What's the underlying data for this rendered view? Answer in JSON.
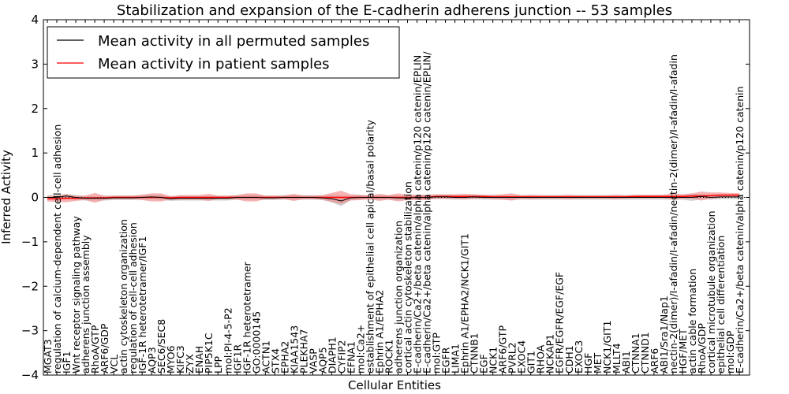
{
  "chart_data": {
    "type": "line",
    "title": "Stabilization and expansion of the E-cadherin adherens junction -- 53 samples",
    "xlabel": "Cellular Entities",
    "ylabel": "Inferred Activity",
    "ylim": [
      -4,
      4
    ],
    "yticks": [
      "-4",
      "-3",
      "-2",
      "-1",
      "0",
      "1",
      "2",
      "3",
      "4"
    ],
    "grid": false,
    "legend_placement": "top-left",
    "colors": {
      "permuted": "#000000",
      "patient": "#ff0000",
      "permuted_band": "#c0c0c0",
      "patient_band": "#f08080"
    },
    "categories": [
      "MGAT3",
      "regulation of calcium-dependent cell-cell adhesion",
      "IGF1",
      "Wnt receptor signaling pathway",
      "adherens junction assembly",
      "RhoA/GTP",
      "ARF6/GDP",
      "VCL",
      "actin cytoskeleton organization",
      "regulation of cell-cell adhesion",
      "IGF-1R heterotetramer/IGF1",
      "AQP3",
      "SEC6/SEC8",
      "MYO6",
      "KIFC3",
      "ZYX",
      "ENAH",
      "PIP5K1C",
      "LPP",
      "mol:PI-4-5-P2",
      "IGF1R",
      "IGF-1R heterotetramer",
      "GO:0000145",
      "ACTN1",
      "STX4",
      "EPHA2",
      "KIAA1543",
      "PLEKHA7",
      "VASP",
      "AQP5",
      "DIAPH1",
      "CYFIP2",
      "EFNA1",
      "mol:Ca2+",
      "establishment of epithelial cell apical/basal polarity",
      "Ephrin A1/EPHA2",
      "ROCK1",
      "adherens junction organization",
      "cortical actin cytoskeleton stabilization",
      "E-cadherin/Ca2+/beta catenin/alpha catenin/p120 catenin/EPLIN",
      "E-cadherin/Ca2+/beta catenin/alpha catenin/p120 catenin/EPLIN/",
      "mol:GTP",
      "EGFR",
      "LIMA1",
      "Ephrin A1/EPHA2/NCK1/GIT1",
      "CTNNB1",
      "EGF",
      "NCK1",
      "ARF6/GTP",
      "PVRL2",
      "EXOC4",
      "GIT1",
      "RHOA",
      "NCKAP1",
      "EGFR/EGFR/EGF/EGF",
      "CDH1",
      "EXOC3",
      "HGF",
      "MET",
      "NCK1/GIT1",
      "MLLT4",
      "ABI1",
      "CTNNA1",
      "CTNND1",
      "ARF6",
      "ABI1/Sra1/Nap1",
      "nectin-2(dimer)/I-afadin/I-afadin/nectin-2(dimer)/I-afadin/I-afadin",
      "HGF/MET",
      "actin cable formation",
      "RhoA/GDP",
      "cortical microtubule organization",
      "epithelial cell differentiation",
      "mol:GDP",
      "E-cadherin/Ca2+/beta catenin/alpha catenin/p120 catenin"
    ],
    "series": [
      {
        "name": "Mean activity in all permuted samples",
        "values": [
          0,
          0,
          0.03,
          0,
          -0.02,
          -0.02,
          -0.02,
          -0.01,
          -0.01,
          -0.01,
          0,
          0.01,
          0,
          -0.03,
          -0.02,
          -0.02,
          -0.02,
          -0.02,
          -0.02,
          -0.02,
          0,
          0,
          0,
          -0.01,
          -0.01,
          0,
          0,
          0,
          0,
          -0.01,
          -0.03,
          -0.08,
          -0.01,
          0,
          0,
          0,
          0,
          -0.01,
          -0.01,
          0,
          0,
          0.01,
          0.01,
          0,
          0,
          0.01,
          0,
          0,
          0,
          0,
          0,
          0,
          0,
          0,
          0,
          0,
          0,
          0,
          0,
          0,
          0,
          0,
          0,
          0,
          0,
          0,
          0,
          0,
          0,
          0.02,
          0,
          0.01,
          0.01,
          0.01
        ],
        "band": [
          0.05,
          0.05,
          0.05,
          0.05,
          0.05,
          0.05,
          0.05,
          0.05,
          0.05,
          0.05,
          0.05,
          0.05,
          0.05,
          0.05,
          0.05,
          0.05,
          0.05,
          0.05,
          0.05,
          0.05,
          0.05,
          0.05,
          0.05,
          0.05,
          0.05,
          0.05,
          0.05,
          0.05,
          0.05,
          0.05,
          0.08,
          0.12,
          0.05,
          0.05,
          0.05,
          0.05,
          0.05,
          0.05,
          0.05,
          0.05,
          0.05,
          0.05,
          0.05,
          0.05,
          0.05,
          0.05,
          0.05,
          0.05,
          0.05,
          0.05,
          0.05,
          0.05,
          0.05,
          0.05,
          0.05,
          0.05,
          0.05,
          0.05,
          0.05,
          0.05,
          0.05,
          0.05,
          0.05,
          0.05,
          0.05,
          0.05,
          0.05,
          0.05,
          0.08,
          0.06,
          0.05,
          0.05,
          0.05,
          0.05
        ]
      },
      {
        "name": "Mean activity in patient samples",
        "values": [
          -0.03,
          -0.03,
          -0.02,
          -0.02,
          -0.01,
          -0.01,
          -0.01,
          0,
          0,
          0,
          0,
          0,
          0,
          -0.01,
          0,
          0,
          0,
          0,
          0,
          0,
          0,
          0,
          0,
          0,
          0,
          0,
          0,
          0,
          0,
          0,
          0,
          0,
          0,
          0,
          0,
          0,
          0,
          0,
          0,
          0,
          0,
          0.02,
          0.02,
          0.02,
          0.02,
          0.02,
          0.02,
          0.01,
          0.01,
          0.01,
          0.01,
          0.01,
          0.01,
          0.01,
          0.01,
          0.01,
          0.01,
          0.01,
          0.01,
          0.01,
          0.01,
          0.01,
          0.02,
          0.02,
          0.02,
          0.02,
          0.02,
          0.02,
          0.03,
          0.03,
          0.04,
          0.05,
          0.05,
          0.05
        ],
        "band": [
          0.06,
          0.07,
          0.09,
          0.06,
          0.05,
          0.11,
          0.05,
          0.04,
          0.04,
          0.04,
          0.06,
          0.09,
          0.09,
          0.04,
          0.05,
          0.05,
          0.05,
          0.08,
          0.04,
          0.04,
          0.05,
          0.09,
          0.09,
          0.04,
          0.04,
          0.04,
          0.08,
          0.04,
          0.04,
          0.05,
          0.1,
          0.15,
          0.07,
          0.06,
          0.04,
          0.08,
          0.05,
          0.09,
          0.06,
          0.06,
          0.06,
          0.05,
          0.05,
          0.05,
          0.06,
          0.05,
          0.04,
          0.05,
          0.06,
          0.08,
          0.04,
          0.05,
          0.04,
          0.04,
          0.04,
          0.05,
          0.04,
          0.04,
          0.04,
          0.04,
          0.05,
          0.04,
          0.04,
          0.04,
          0.04,
          0.04,
          0.07,
          0.05,
          0.06,
          0.1,
          0.07,
          0.06,
          0.05,
          0.05
        ]
      }
    ]
  }
}
